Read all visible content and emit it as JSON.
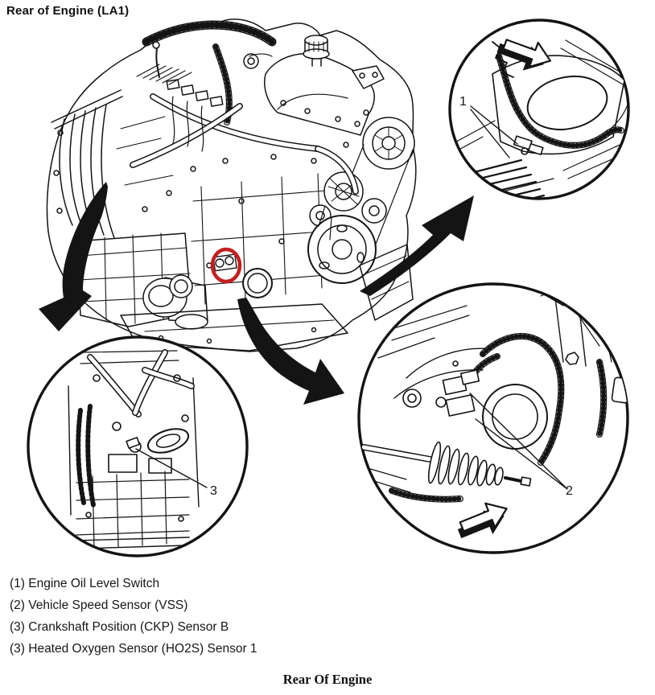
{
  "header": {
    "title": "Rear of Engine (LA1)"
  },
  "figure": {
    "caption": "Rear Of Engine",
    "marker": {
      "color": "#c41f1f",
      "shape": "circle",
      "meaning": "sensor location on engine"
    },
    "callouts": [
      {
        "number": "1"
      },
      {
        "number": "2"
      },
      {
        "number": "3"
      }
    ],
    "icons": {
      "callout_1_arrow": "block-arrow-right-icon",
      "callout_2_arrow": "block-arrow-right-icon",
      "flow_arrows": "curved-black-arrow"
    },
    "ink_color": "#141414",
    "background_color": "#ffffff"
  },
  "legend": {
    "items": [
      {
        "label": "(1) Engine Oil Level Switch"
      },
      {
        "label": "(2) Vehicle Speed Sensor (VSS)"
      },
      {
        "label": "(3) Crankshaft Position (CKP) Sensor B"
      },
      {
        "label": "(3) Heated Oxygen Sensor (HO2S) Sensor 1"
      }
    ]
  }
}
